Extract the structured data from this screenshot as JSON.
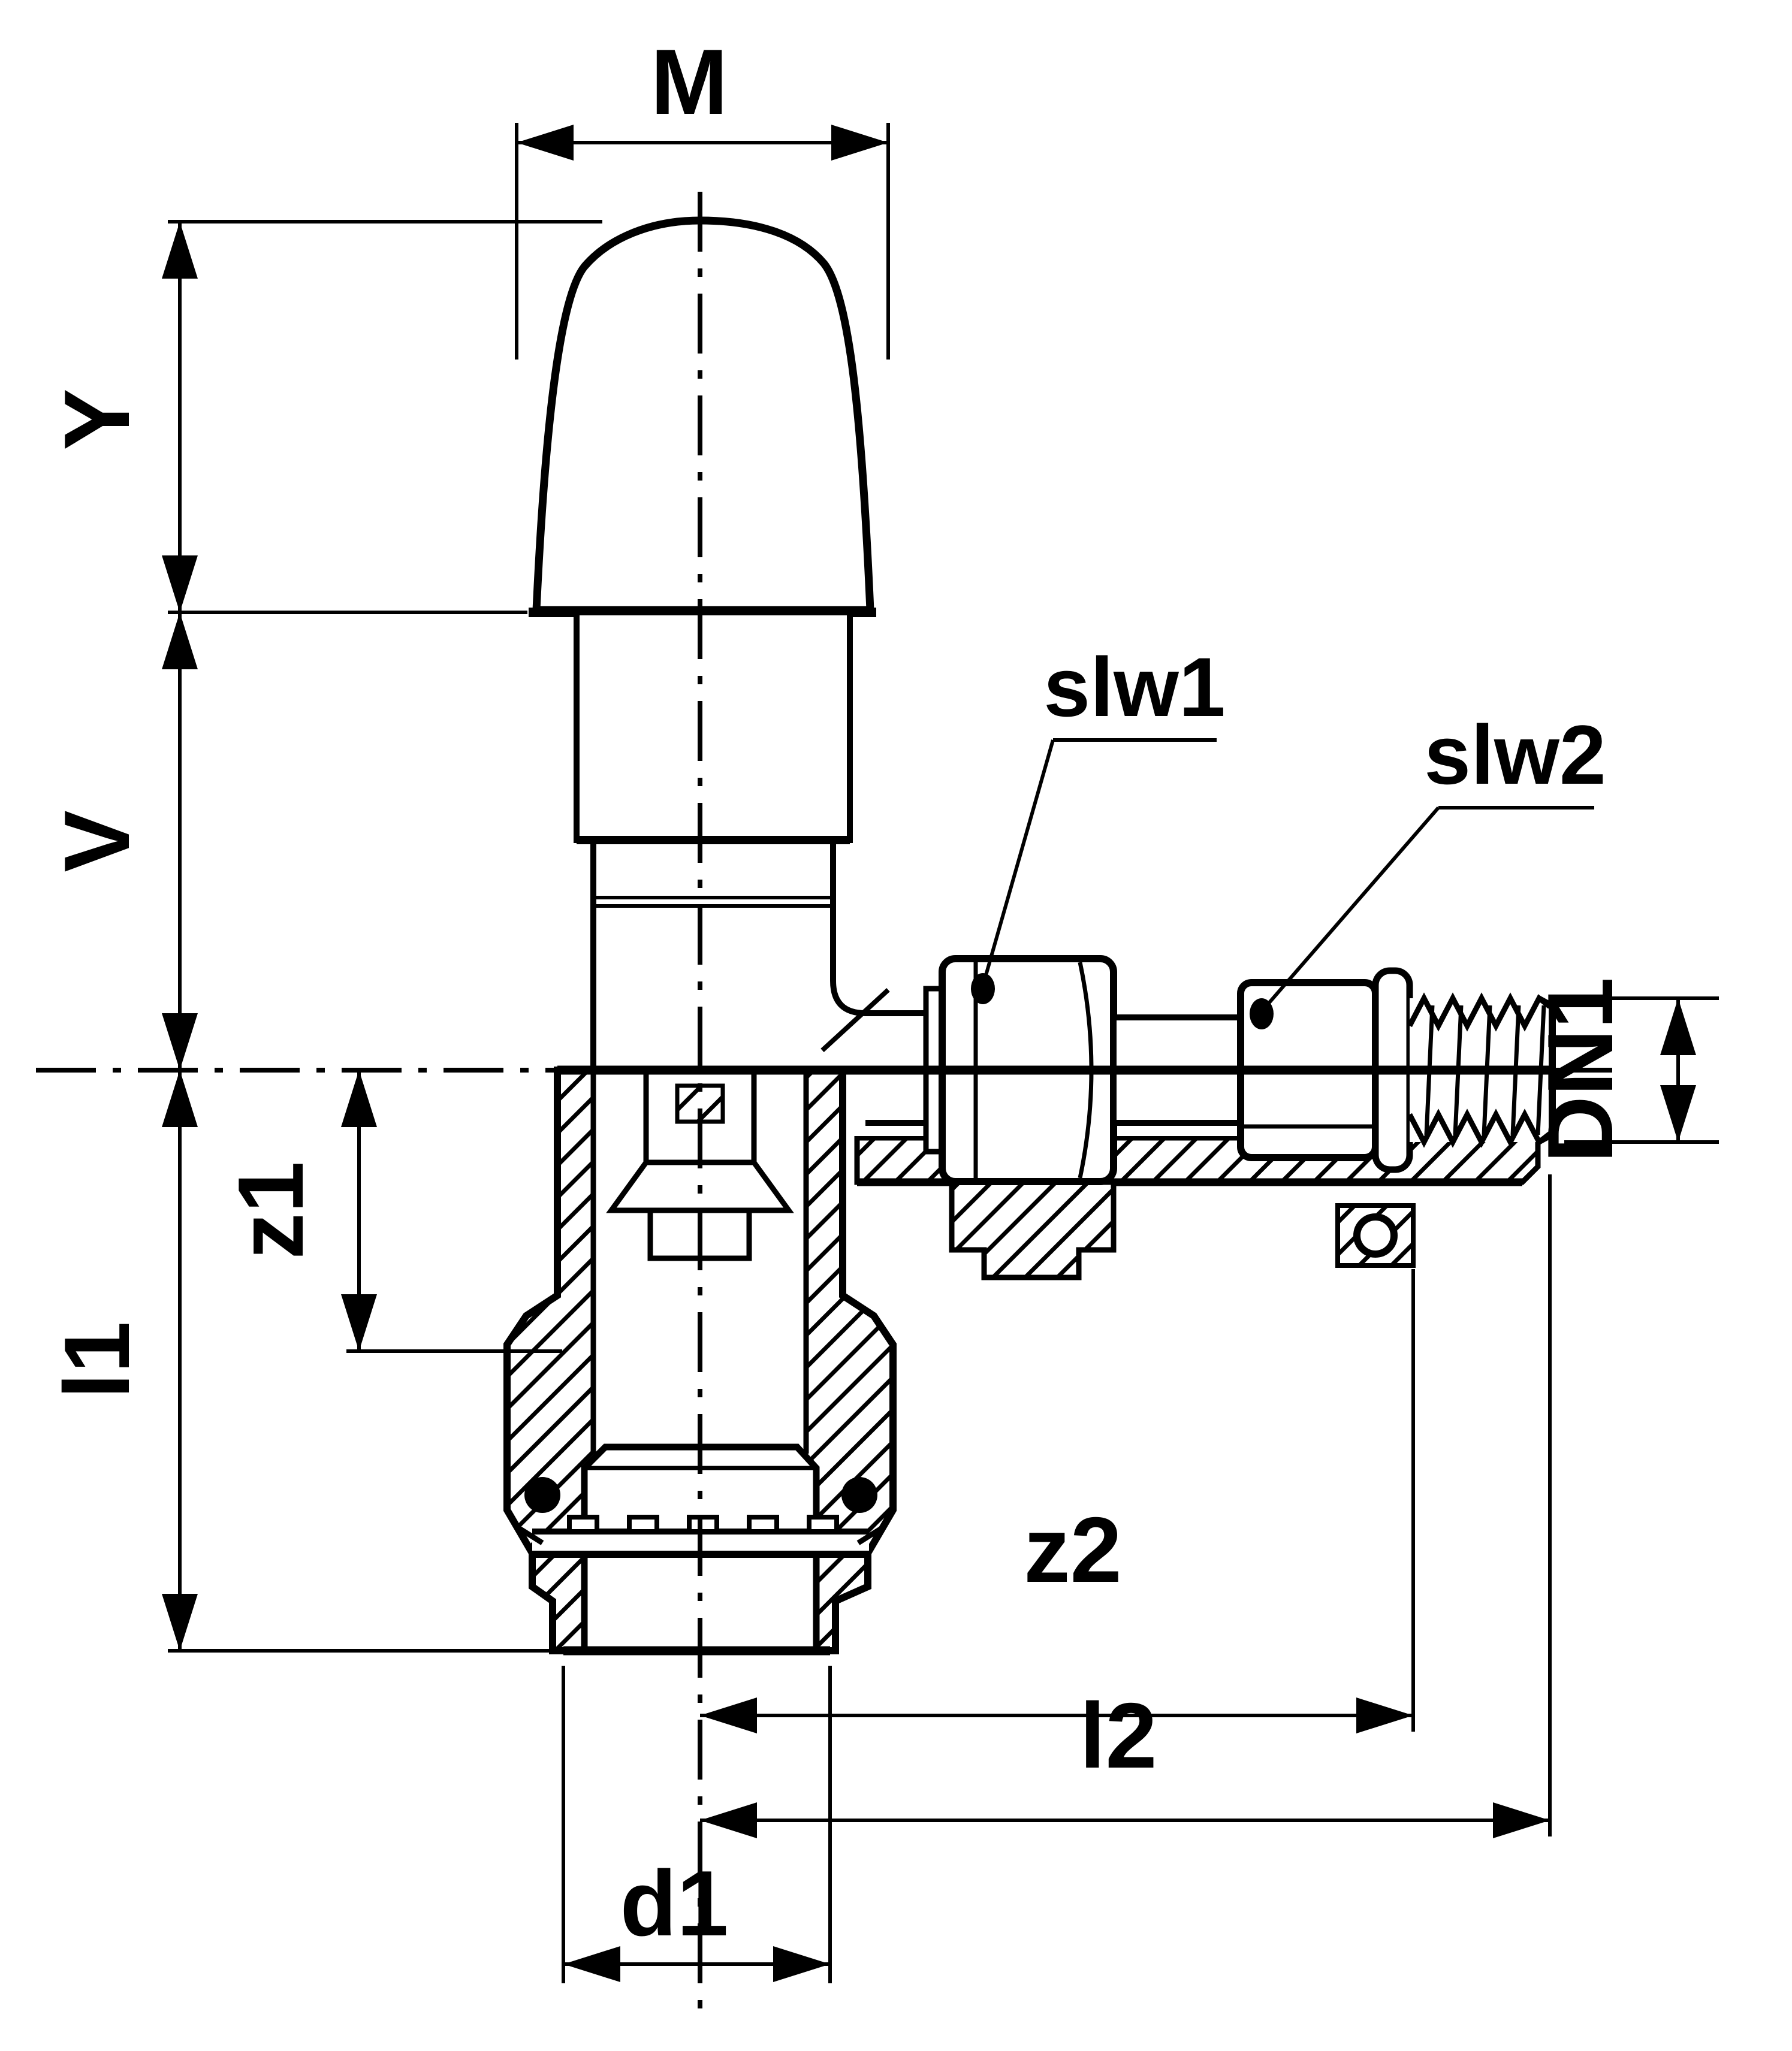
{
  "drawing": {
    "kind": "technical-drawing",
    "subject": "angle radiator valve cross-section with dimension callouts",
    "colors": {
      "line": "#000000",
      "background": "#ffffff"
    },
    "labels": {
      "M": "M",
      "Y": "Y",
      "V": "V",
      "z1": "z1",
      "l1": "l1",
      "DN1": "DN1",
      "slw1": "slw1",
      "slw2": "slw2",
      "z2": "z2",
      "l2": "l2",
      "d1": "d1"
    }
  }
}
